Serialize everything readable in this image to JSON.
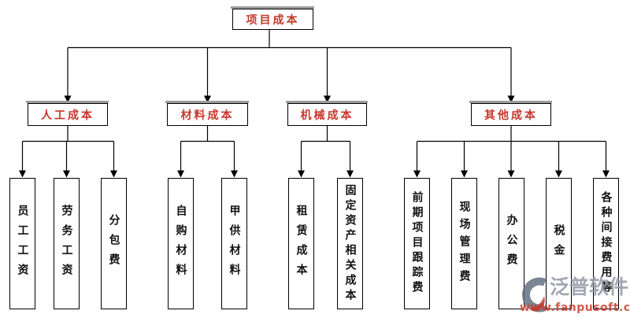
{
  "diagram": {
    "root": {
      "label": "项目成本"
    },
    "branches": [
      {
        "label": "人工成本",
        "children": [
          {
            "label": "员工工资"
          },
          {
            "label": "劳务工资"
          },
          {
            "label": "分包费"
          }
        ]
      },
      {
        "label": "材料成本",
        "children": [
          {
            "label": "自购材料"
          },
          {
            "label": "甲供材料"
          }
        ]
      },
      {
        "label": "机械成本",
        "children": [
          {
            "label": "租赁成本"
          },
          {
            "label": "固定资产相关成本"
          }
        ]
      },
      {
        "label": "其他成本",
        "children": [
          {
            "label": "前期项目跟踪费"
          },
          {
            "label": "现场管理费"
          },
          {
            "label": "办公费"
          },
          {
            "label": "税金"
          },
          {
            "label": "各种间接费用等"
          }
        ]
      }
    ],
    "colors": {
      "header_text": "#c5372a",
      "leaf_text": "#111111",
      "line": "#000000",
      "box_shadow": "#9c9c9c",
      "background": "#ffffff"
    }
  },
  "watermark": {
    "brand": "泛普软件",
    "url": "www.fanpusoft.com",
    "brand_color": "#949ba6",
    "url_color": "#c73c2d"
  }
}
